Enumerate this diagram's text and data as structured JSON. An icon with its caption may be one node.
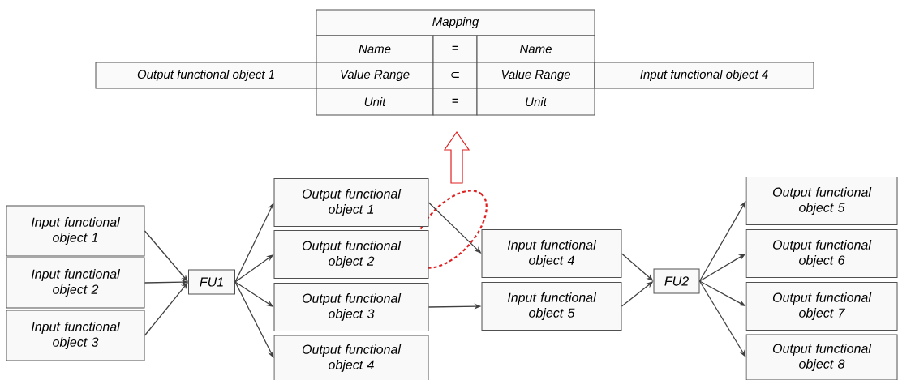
{
  "diagram": {
    "nodes": [
      {
        "text": [
          "Input functional object 1"
        ]
      },
      {
        "text": [
          "Input functional object 2"
        ]
      },
      {
        "text": [
          "Input functional object 3"
        ]
      },
      {
        "text": [
          "FU1"
        ]
      },
      {
        "text": [
          "Output functional object 1"
        ]
      },
      {
        "text": [
          "Output functional object 2"
        ]
      },
      {
        "text": [
          "Output functional object 3"
        ]
      },
      {
        "text": [
          "Output functional object 4"
        ]
      },
      {
        "text": [
          "Input functional object 4"
        ]
      },
      {
        "text": [
          "Input functional object 5"
        ]
      },
      {
        "text": [
          "FU2"
        ]
      },
      {
        "text": [
          "Output functional object 5"
        ]
      },
      {
        "text": [
          "Output functional object 6"
        ]
      },
      {
        "text": [
          "Output functional object 7"
        ]
      },
      {
        "text": [
          "Output functional object 8"
        ]
      }
    ],
    "edges": [
      {
        "from": 0,
        "to": 3,
        "arrow": "to"
      },
      {
        "from": 1,
        "to": 3,
        "arrow": "to"
      },
      {
        "from": 2,
        "to": 3,
        "arrow": "to"
      },
      {
        "from": 3,
        "to": 4,
        "arrow": "to"
      },
      {
        "from": 3,
        "to": 5,
        "arrow": "to"
      },
      {
        "from": 3,
        "to": 6,
        "arrow": "to"
      },
      {
        "from": 3,
        "to": 7,
        "arrow": "to"
      },
      {
        "from": 4,
        "to": 8,
        "arrow": "to"
      },
      {
        "from": 6,
        "to": 9,
        "arrow": "to"
      },
      {
        "from": 8,
        "to": 10,
        "arrow": "to"
      },
      {
        "from": 9,
        "to": 10,
        "arrow": "to"
      },
      {
        "from": 10,
        "to": 11,
        "arrow": "to"
      },
      {
        "from": 10,
        "to": 12,
        "arrow": "to"
      },
      {
        "from": 10,
        "to": 13,
        "arrow": "to"
      },
      {
        "from": 10,
        "to": 14,
        "arrow": "to"
      }
    ],
    "labels": [
      "Mapping",
      "Name",
      "=",
      "Name",
      "Output functional object 1",
      "Value Range",
      "⊂",
      "Value Range",
      "Input functional object 4",
      "Unit",
      "=",
      "Unit"
    ]
  }
}
